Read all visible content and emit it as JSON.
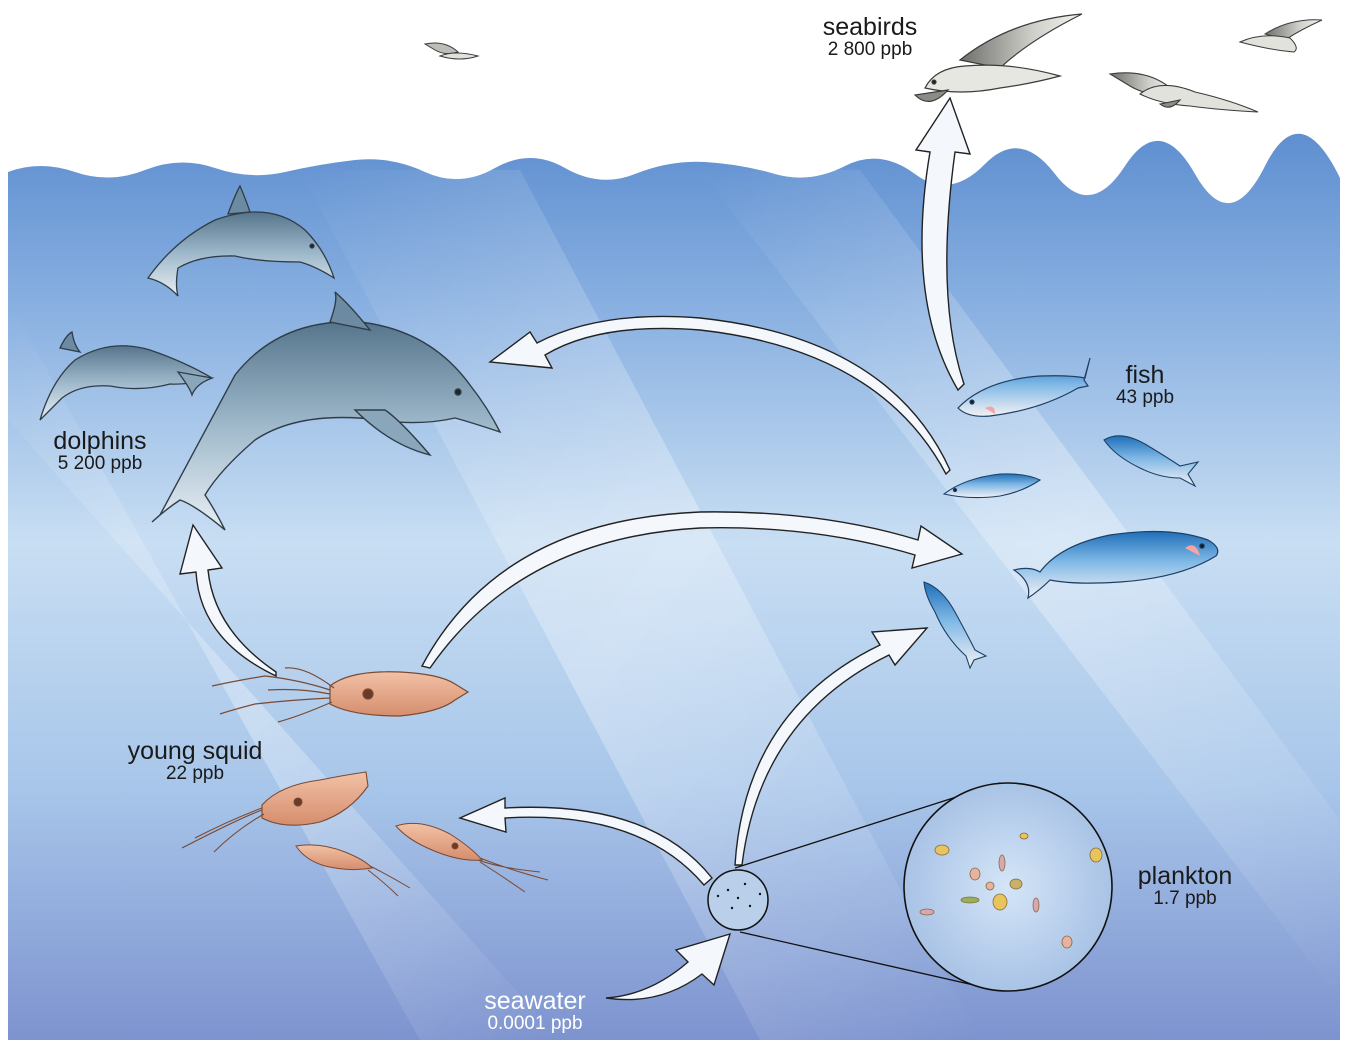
{
  "organisms": {
    "seabirds": {
      "name": "seabirds",
      "value": "2 800 ppb"
    },
    "fish": {
      "name": "fish",
      "value": "43 ppb"
    },
    "dolphins": {
      "name": "dolphins",
      "value": "5 200 ppb"
    },
    "squid": {
      "name": "young squid",
      "value": "22 ppb"
    },
    "plankton": {
      "name": "plankton",
      "value": "1.7 ppb"
    },
    "seawater": {
      "name": "seawater",
      "value": "0.0001 ppb"
    }
  },
  "colors": {
    "water_top": "#5f8fd0",
    "water_mid": "#c8def3",
    "water_bottom": "#7d93cf",
    "arrow_fill": "#f4f8fd",
    "dolphin": "#7f9cb2",
    "fish": "#3d8fcf",
    "squid": "#e4a889",
    "bird": "#c9c9c4"
  }
}
